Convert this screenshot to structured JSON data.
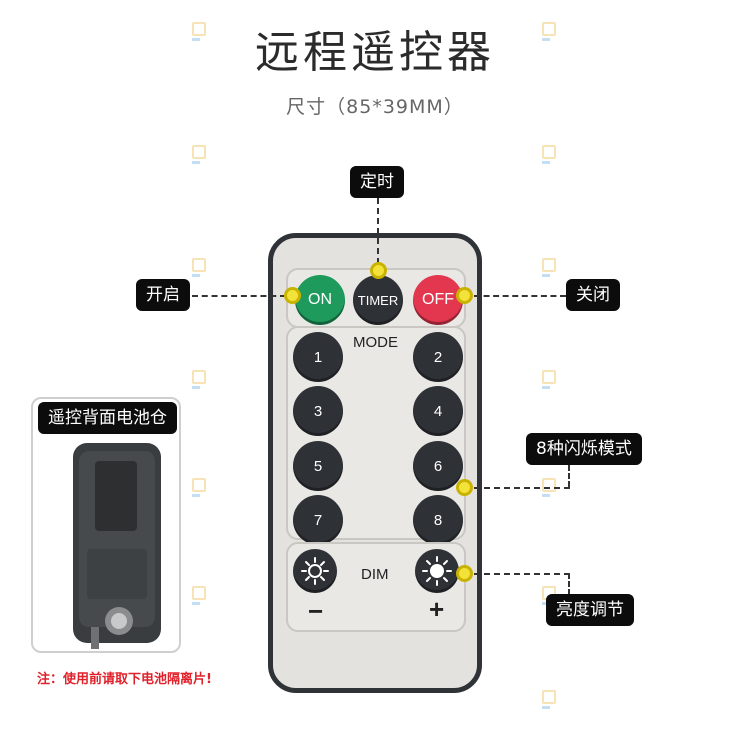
{
  "header": {
    "title": "远程遥控器",
    "size_note": "尺寸（85*39MM）"
  },
  "callouts": {
    "timer": "定时",
    "on": "开启",
    "off": "关闭",
    "modes": "8种闪烁模式",
    "brightness": "亮度调节",
    "back_view": "遥控背面电池仓"
  },
  "remote": {
    "top_buttons": {
      "on": "ON",
      "timer": "TIMER",
      "off": "OFF"
    },
    "mode_label": "MODE",
    "mode_buttons": [
      "1",
      "2",
      "3",
      "4",
      "5",
      "6",
      "7",
      "8"
    ],
    "dim_label": "DIM",
    "minus": "−",
    "plus": "+"
  },
  "note": "注：使用前请取下电池隔离片!",
  "colors": {
    "on": "#1d9a5c",
    "off": "#e3374f",
    "button": "#2e3236",
    "marker": "#f2e23a",
    "note": "#e0212b"
  }
}
